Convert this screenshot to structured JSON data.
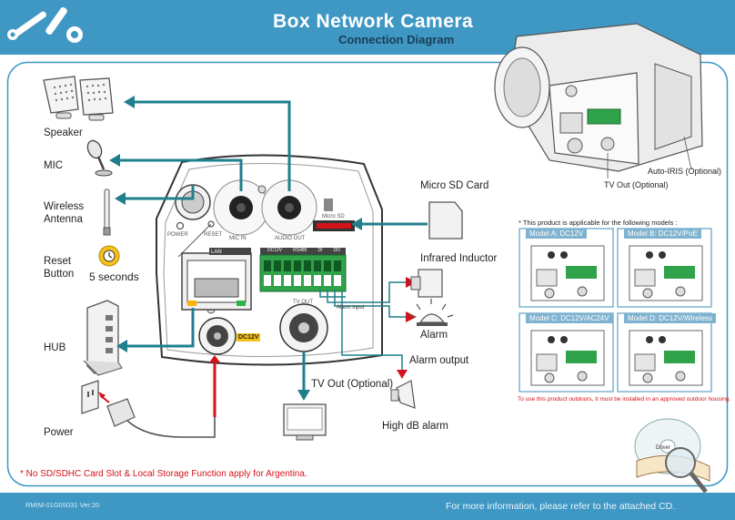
{
  "header": {
    "title": "Box Network Camera",
    "subtitle": "Connection Diagram"
  },
  "left_labels": {
    "speaker": "Speaker",
    "mic": "MIC",
    "wireless": "Wireless Antenna",
    "reset": "Reset Button",
    "seconds": "5 seconds",
    "hub": "HUB",
    "power": "Power"
  },
  "panel_labels": {
    "power": "POWER",
    "reset": "RESET",
    "mic_in": "MIC IN",
    "audio_out": "AUDIO OUT",
    "micro_sd": "Micro SD",
    "lan": "LAN",
    "tv_out": "TV OUT",
    "alarm_input": "Alarm input",
    "dc12v": "DC12V",
    "terminal_header": [
      "DC12V",
      "RS485",
      "DI",
      "DO"
    ]
  },
  "right_labels": {
    "micro_sd_card": "Micro SD Card",
    "infrared": "Infrared Inductor",
    "alarm": "Alarm",
    "alarm_output": "Alarm output",
    "tv_out_optional": "TV Out (Optional)",
    "high_db_alarm": "High dB alarm",
    "auto_iris": "Auto-IRIS (Optional)",
    "tv_out_optional_top": "TV Out (Optional)"
  },
  "models": {
    "header": "* This product is applicable for the following models :",
    "items": [
      {
        "label": "Model A: DC12V"
      },
      {
        "label": "Model B: DC12V/PoE"
      },
      {
        "label": "Model C: DC12V/AC24V"
      },
      {
        "label": "Model D: DC12V/Wireless"
      }
    ],
    "outdoor_note": "To use this product outdoors, it must be installed in an approved outdoor housing."
  },
  "footer": {
    "note": "* No SD/SDHC Card Slot & Local Storage Function apply for Argentina.",
    "code": "RMIM-01G05031 Ver:20",
    "more_info": "For more information, please refer to the attached CD.",
    "cd_label": "Driver"
  },
  "colors": {
    "accent": "#3f97c4",
    "arrow": "#1f7f8c",
    "red": "#d4121a"
  }
}
